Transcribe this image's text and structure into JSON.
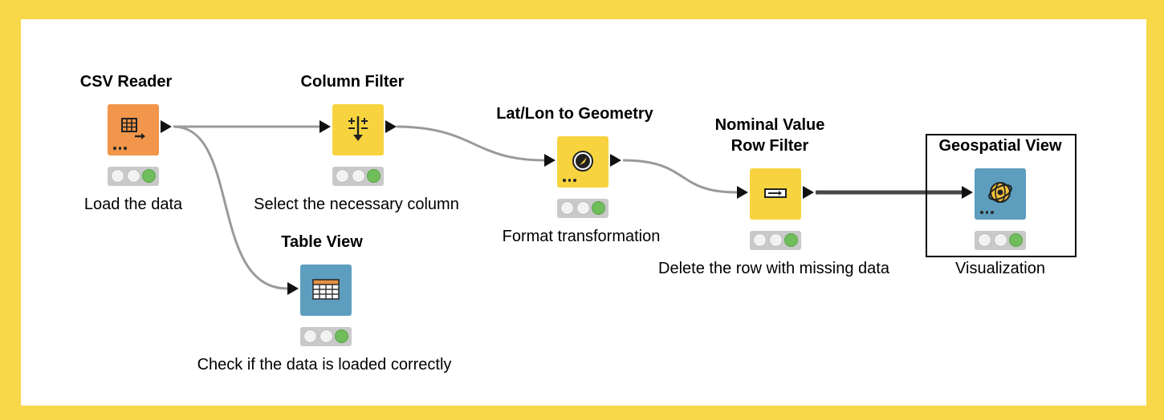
{
  "workflow": {
    "nodes": [
      {
        "id": "csv-reader",
        "title": "CSV Reader",
        "description": "Load the data",
        "color": "#f1964a",
        "icon": "table-export-icon",
        "status": "executed"
      },
      {
        "id": "column-filter",
        "title": "Column Filter",
        "description": "Select the necessary column",
        "color": "#f7d43f",
        "icon": "column-filter-icon",
        "status": "executed"
      },
      {
        "id": "table-view",
        "title": "Table View",
        "description": "Check if the data is loaded correctly",
        "color": "#5d9ebf",
        "icon": "table-icon",
        "status": "executed"
      },
      {
        "id": "latlon-to-geometry",
        "title": "Lat/Lon to Geometry",
        "description": "Format transformation",
        "color": "#f7d43f",
        "icon": "compass-icon",
        "status": "executed"
      },
      {
        "id": "nominal-value-row-filter",
        "title_line1": "Nominal Value",
        "title_line2": "Row Filter",
        "description": "Delete the row with missing data",
        "color": "#f7d43f",
        "icon": "row-filter-icon",
        "status": "executed"
      },
      {
        "id": "geospatial-view",
        "title": "Geospatial View",
        "description": "Visualization",
        "color": "#5d9ebf",
        "icon": "globe-view-icon",
        "status": "executed",
        "highlighted": true
      }
    ],
    "connections": [
      {
        "from": "CSV Reader",
        "to": "Column Filter"
      },
      {
        "from": "CSV Reader",
        "to": "Table View"
      },
      {
        "from": "Column Filter",
        "to": "Lat/Lon to Geometry"
      },
      {
        "from": "Lat/Lon to Geometry",
        "to": "Nominal Value Row Filter"
      },
      {
        "from": "Nominal Value Row Filter",
        "to": "Geospatial View"
      }
    ],
    "colors": {
      "background": "#f8d849",
      "canvas": "#ffffff",
      "edge": "#999999",
      "edge_selected": "#444444",
      "status_green": "#6fbd5b"
    }
  }
}
